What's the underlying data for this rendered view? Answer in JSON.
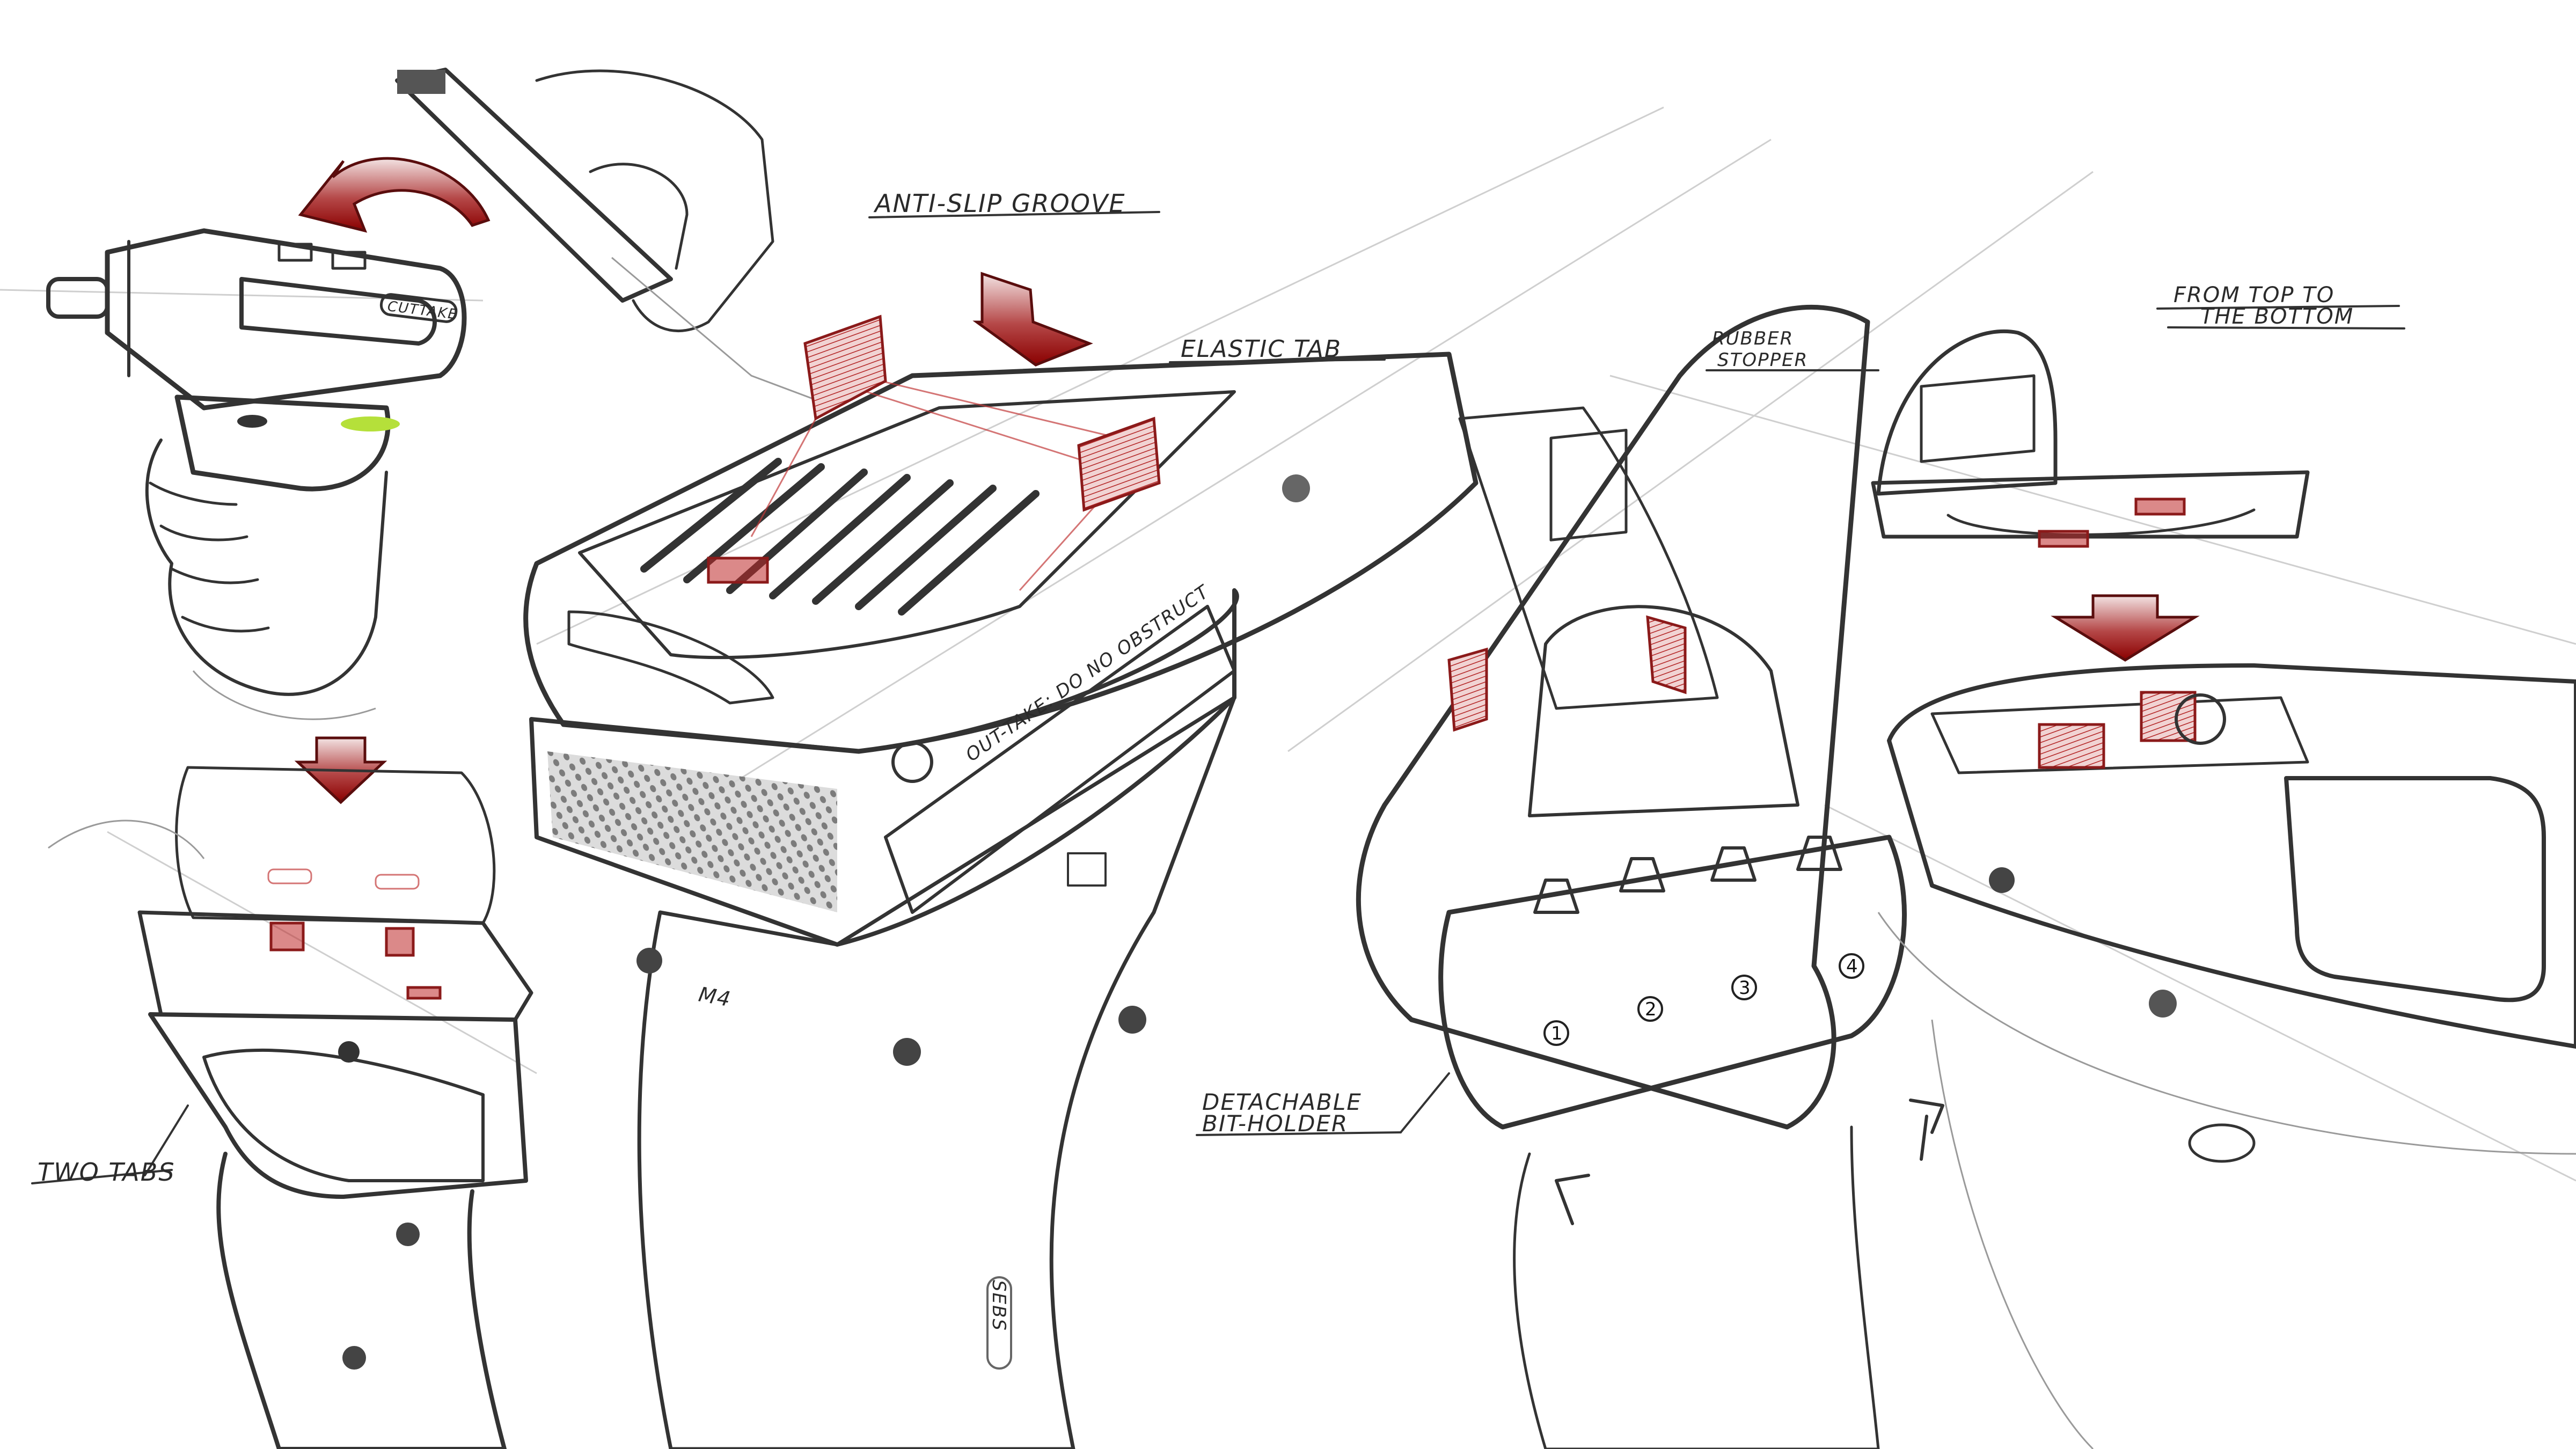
{
  "annotations": {
    "anti_slip_groove": "ANTI-SLIP GROOVE",
    "elastic_tab": "ELASTIC TAB",
    "rubber_stopper_line1": "RUBBER",
    "rubber_stopper_line2": "STOPPER",
    "from_top_line1": "FROM TOP TO",
    "from_top_line2": "THE BOTTOM",
    "detachable_line1": "DETACHABLE",
    "detachable_line2": "BIT-HOLDER",
    "two_tabs": "TWO TABS",
    "out_take": "OUT-TAKE: DO NO OBSTRUCT",
    "screw_size": "M4",
    "badge": "CUTTAKE",
    "material": "SEBS"
  },
  "bit_slots": [
    "1",
    "2",
    "3",
    "4"
  ],
  "colors": {
    "accent_red": "#a31515",
    "sketch_line": "#333333",
    "shade": "#7a7a7a",
    "indicator_green": "#b5e03a"
  }
}
